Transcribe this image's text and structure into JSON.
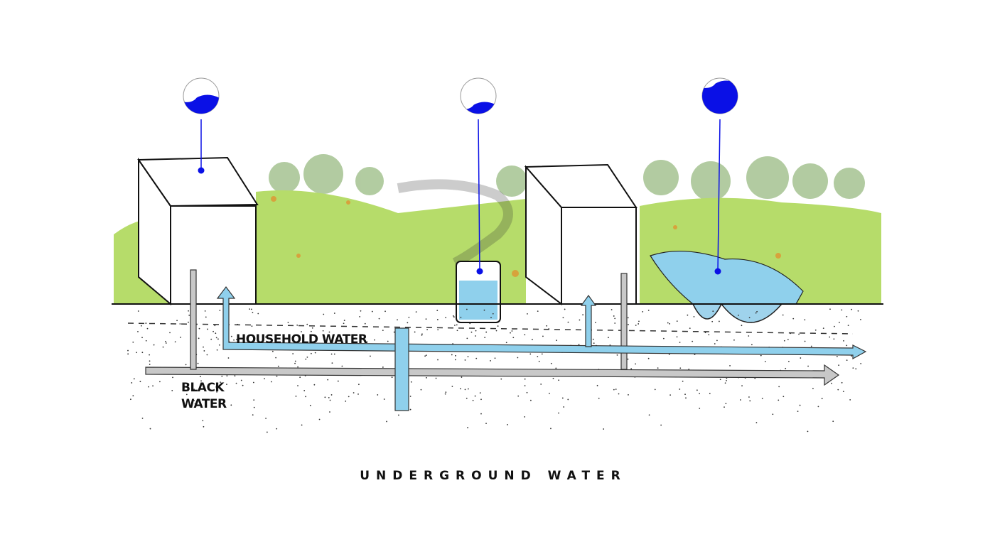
{
  "labels": {
    "household_water": "HOUSEHOLD WATER",
    "black_water_line1": "BLACK",
    "black_water_line2": "WATER",
    "title": "UNDERGROUND WATER"
  },
  "indicators": [
    {
      "name": "rooftop-water-level",
      "fill_fraction": 0.45
    },
    {
      "name": "cistern-water-level",
      "fill_fraction": 0.25
    },
    {
      "name": "pond-water-level",
      "fill_fraction": 0.85
    }
  ],
  "colors": {
    "indicator_blue": "#0a10e6",
    "water": "#8fd0ec",
    "grass": "#b6dc6a",
    "pipe_gray": "#c8c8c8"
  }
}
